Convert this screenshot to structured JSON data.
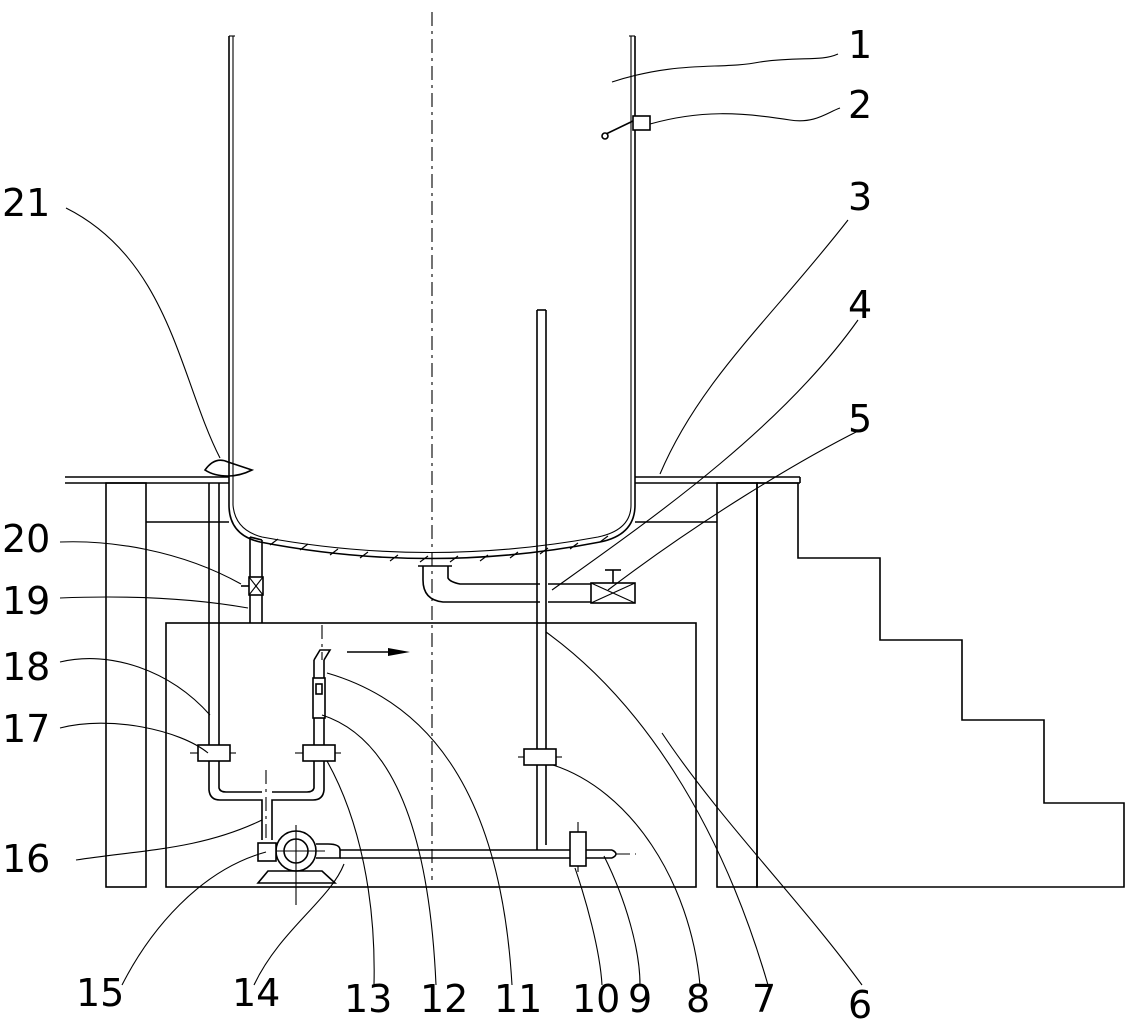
{
  "figure": {
    "labels": [
      "1",
      "2",
      "3",
      "4",
      "5",
      "6",
      "7",
      "8",
      "9",
      "10",
      "11",
      "12",
      "13",
      "14",
      "15",
      "16",
      "17",
      "18",
      "19",
      "20",
      "21"
    ]
  }
}
